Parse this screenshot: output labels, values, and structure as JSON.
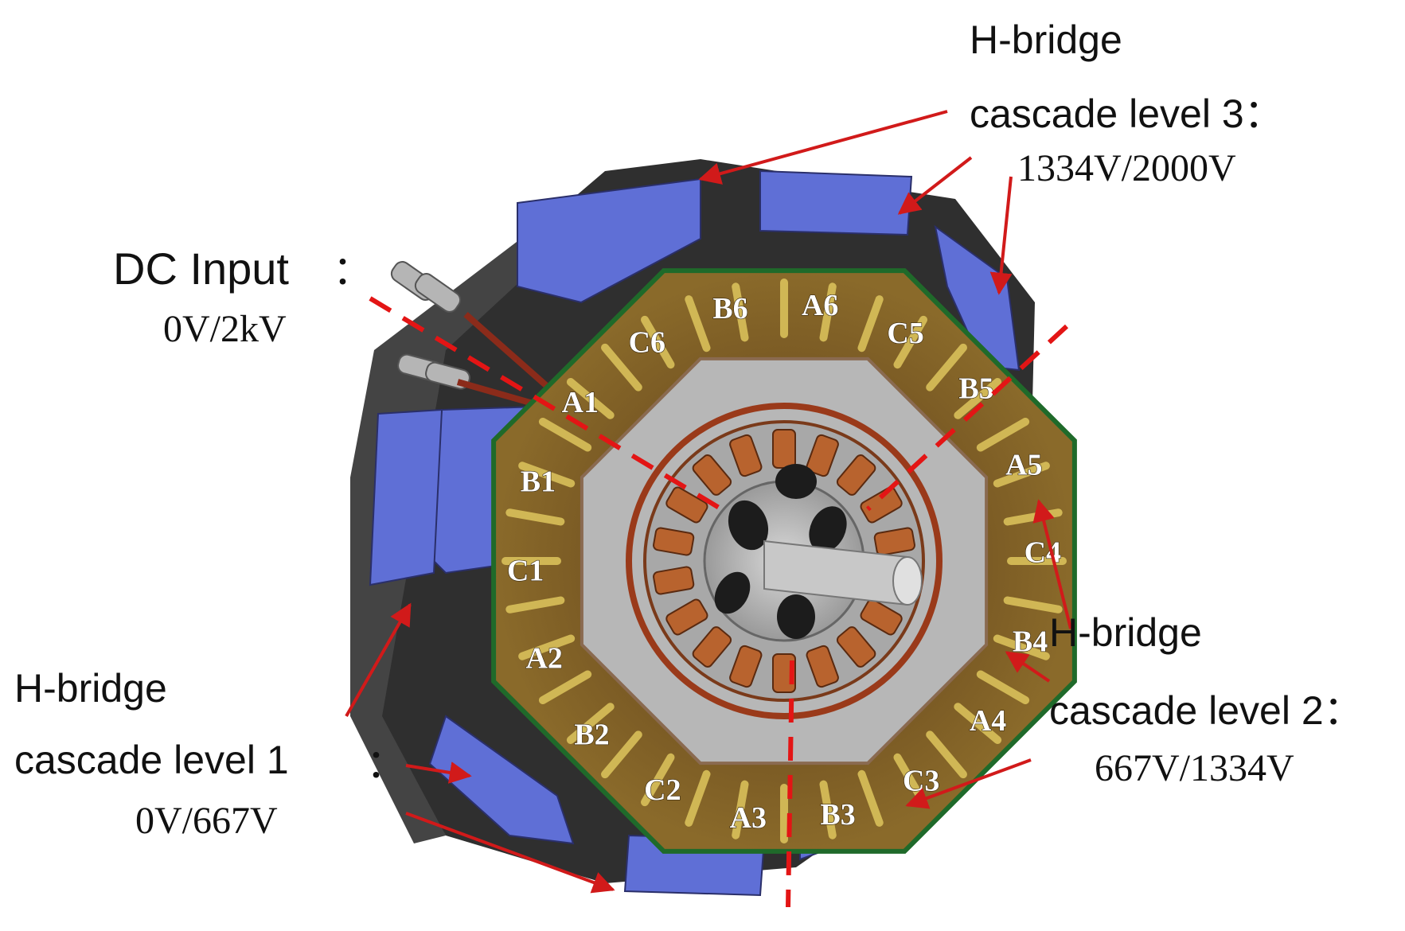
{
  "labels": {
    "level3_title": "H-bridge",
    "level3_line": "cascade level 3：",
    "level3_voltage": "1334V/2000V",
    "dc_title": "DC Input",
    "dc_colon": "：",
    "dc_voltage": "0V/2kV",
    "level1_title": "H-bridge",
    "level1_line": "cascade level 1",
    "level1_colon": "：",
    "level1_voltage": "0V/667V",
    "level2_title": "H-bridge",
    "level2_line": "cascade level 2：",
    "level2_voltage": "667V/1334V"
  },
  "segments": [
    "A6",
    "C5",
    "B5",
    "A5",
    "C4",
    "B4",
    "A4",
    "C3",
    "B3",
    "A3",
    "C2",
    "B2",
    "A2",
    "C1",
    "B1",
    "A1",
    "C6",
    "B6"
  ],
  "colors": {
    "module_blue": "#5f6fd6",
    "frame_dark": "#3b3b3b",
    "arrow_red": "#d11a1a",
    "copper": "#b8632e",
    "gold": "#c9a24a"
  }
}
